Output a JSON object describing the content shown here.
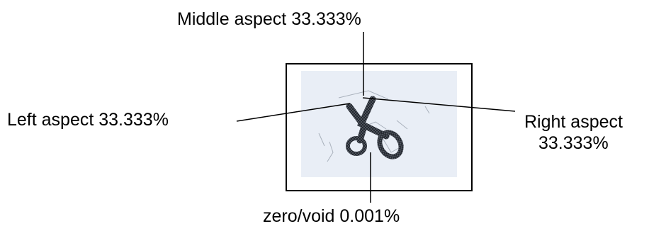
{
  "labels": {
    "middle": "Middle aspect 33.333%",
    "left": "Left aspect 33.333%",
    "right_line1": "Right aspect",
    "right_line2": "33.333%",
    "bottom": "zero/void 0.001%"
  },
  "colors": {
    "line": "#000000",
    "photo_background": "#e9eef6",
    "scissors": "#3a3f48"
  },
  "icons": {
    "object": "scissors-photo"
  }
}
